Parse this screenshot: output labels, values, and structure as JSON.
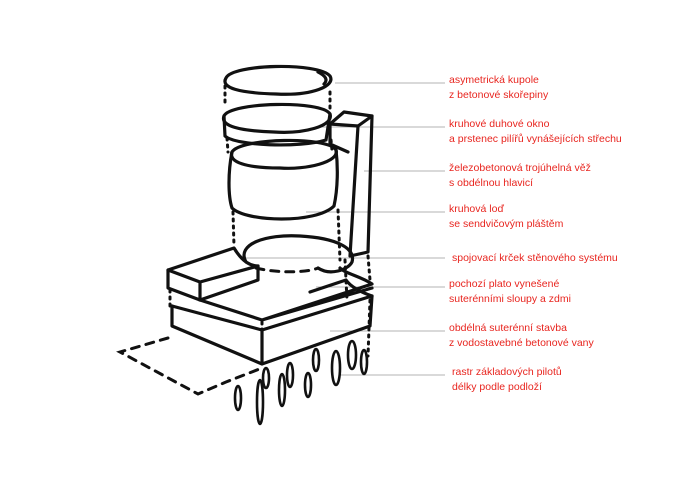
{
  "diagram": {
    "type": "exploded axonometric sketch",
    "colors": {
      "label_text": "#e8251f",
      "leader_line": "#b3b3b3",
      "sketch_line": "#111111"
    },
    "labels": [
      {
        "id": "dome",
        "lines": [
          "asymetrická kupole",
          "z betonové skořepiny"
        ]
      },
      {
        "id": "ring-window",
        "lines": [
          "kruhové duhové okno",
          "a prstenec pilířů vynášejících střechu"
        ]
      },
      {
        "id": "tower",
        "lines": [
          "železobetonová trojúhelná věž",
          "s obdélnou hlavicí"
        ]
      },
      {
        "id": "nave",
        "lines": [
          "kruhová loď",
          "se sendvičovým pláštěm"
        ]
      },
      {
        "id": "link",
        "lines": [
          "spojovací krček stěnového systému"
        ]
      },
      {
        "id": "plateau",
        "lines": [
          "pochozí plato vynešené",
          "suterénními sloupy a zdmi"
        ]
      },
      {
        "id": "basement",
        "lines": [
          "obdélná suterénní stavba",
          "z vodostavebné betonové vany"
        ]
      },
      {
        "id": "piles",
        "lines": [
          "rastr základových pilotů",
          "délky podle podloží"
        ]
      }
    ]
  }
}
